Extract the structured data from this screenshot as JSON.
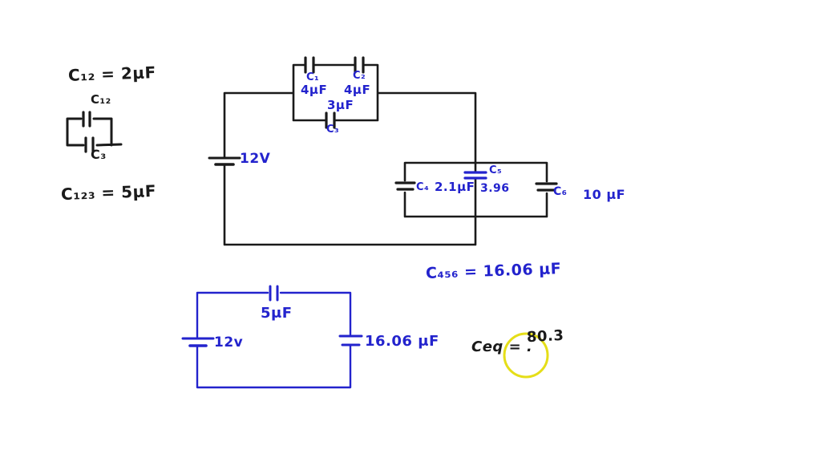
{
  "colors": {
    "ink_black": "#1a1a1a",
    "ink_blue": "#2323cd",
    "highlight_yellow": "#e5de18",
    "background": "#ffffff"
  },
  "scratch_work": {
    "c12_result": "C₁₂ = 2μF",
    "sketch": {
      "top_capacitor_label": "C₁₂",
      "bottom_capacitor_label": "C₃"
    },
    "c123_result": "C₁₂₃ = 5μF"
  },
  "main_circuit": {
    "battery_label": "12V",
    "capacitors": {
      "c1": {
        "name": "C₁",
        "value": "4μF"
      },
      "c2": {
        "name": "C₂",
        "value": "4μF"
      },
      "c3": {
        "name": "C₃",
        "value": "3μF"
      },
      "c4": {
        "name": "C₄",
        "value": "2.1μF"
      },
      "c5": {
        "name": "C₅",
        "value": "3.96"
      },
      "c6": {
        "name": "C₆",
        "value": "10 μF"
      }
    },
    "c456_result": "C₄₅₆ = 16.06 μF"
  },
  "reduced_circuit": {
    "battery_label": "12v",
    "top_capacitor_value": "5μF",
    "right_capacitor_value": "16.06 μF"
  },
  "answer": {
    "label": "Ceq = .",
    "value": "80.3"
  }
}
